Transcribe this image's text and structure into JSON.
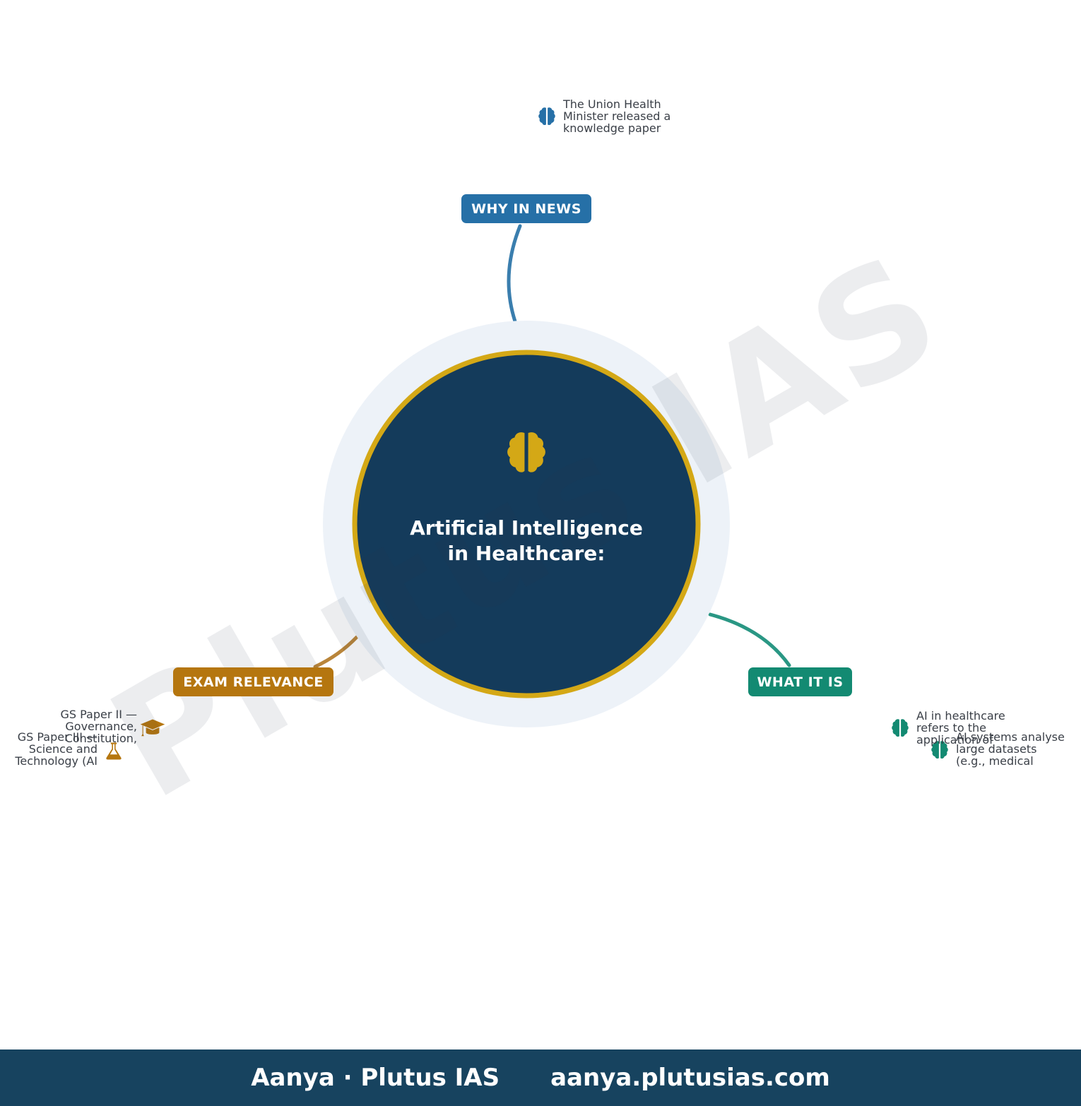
{
  "center": {
    "title": "Artificial Intelligence in Healthcare:",
    "icon": "brain-icon",
    "icon_color": "#d4a816",
    "fill_color": "#143b5b",
    "ring_color": "#d4a816",
    "halo_color": "#edf2f8"
  },
  "branches": {
    "why_in_news": {
      "label": "WHY IN NEWS",
      "color": "#2670a7",
      "items": [
        {
          "icon": "brain-icon",
          "text": "The Union Health\nMinister released a\nknowledge paper"
        }
      ]
    },
    "what_it_is": {
      "label": "WHAT IT IS",
      "color": "#138a72",
      "items": [
        {
          "icon": "brain-icon",
          "text": "AI in healthcare\nrefers to the\napplication of"
        },
        {
          "icon": "brain-icon",
          "text": "AI systems analyse\nlarge datasets\n(e.g., medical"
        }
      ]
    },
    "exam_relevance": {
      "label": "EXAM RELEVANCE",
      "color": "#b5760f",
      "items": [
        {
          "icon": "graduation-cap-icon",
          "text": "GS Paper II —\nGovernance,\nConstitution,"
        },
        {
          "icon": "flask-icon",
          "text": "GS Paper III —\nScience and\nTechnology (AI"
        }
      ]
    }
  },
  "watermark": "Plutus IAS",
  "footer": {
    "brand": "Aanya · Plutus IAS",
    "url": "aanya.plutusias.com",
    "color": "#17435f"
  }
}
